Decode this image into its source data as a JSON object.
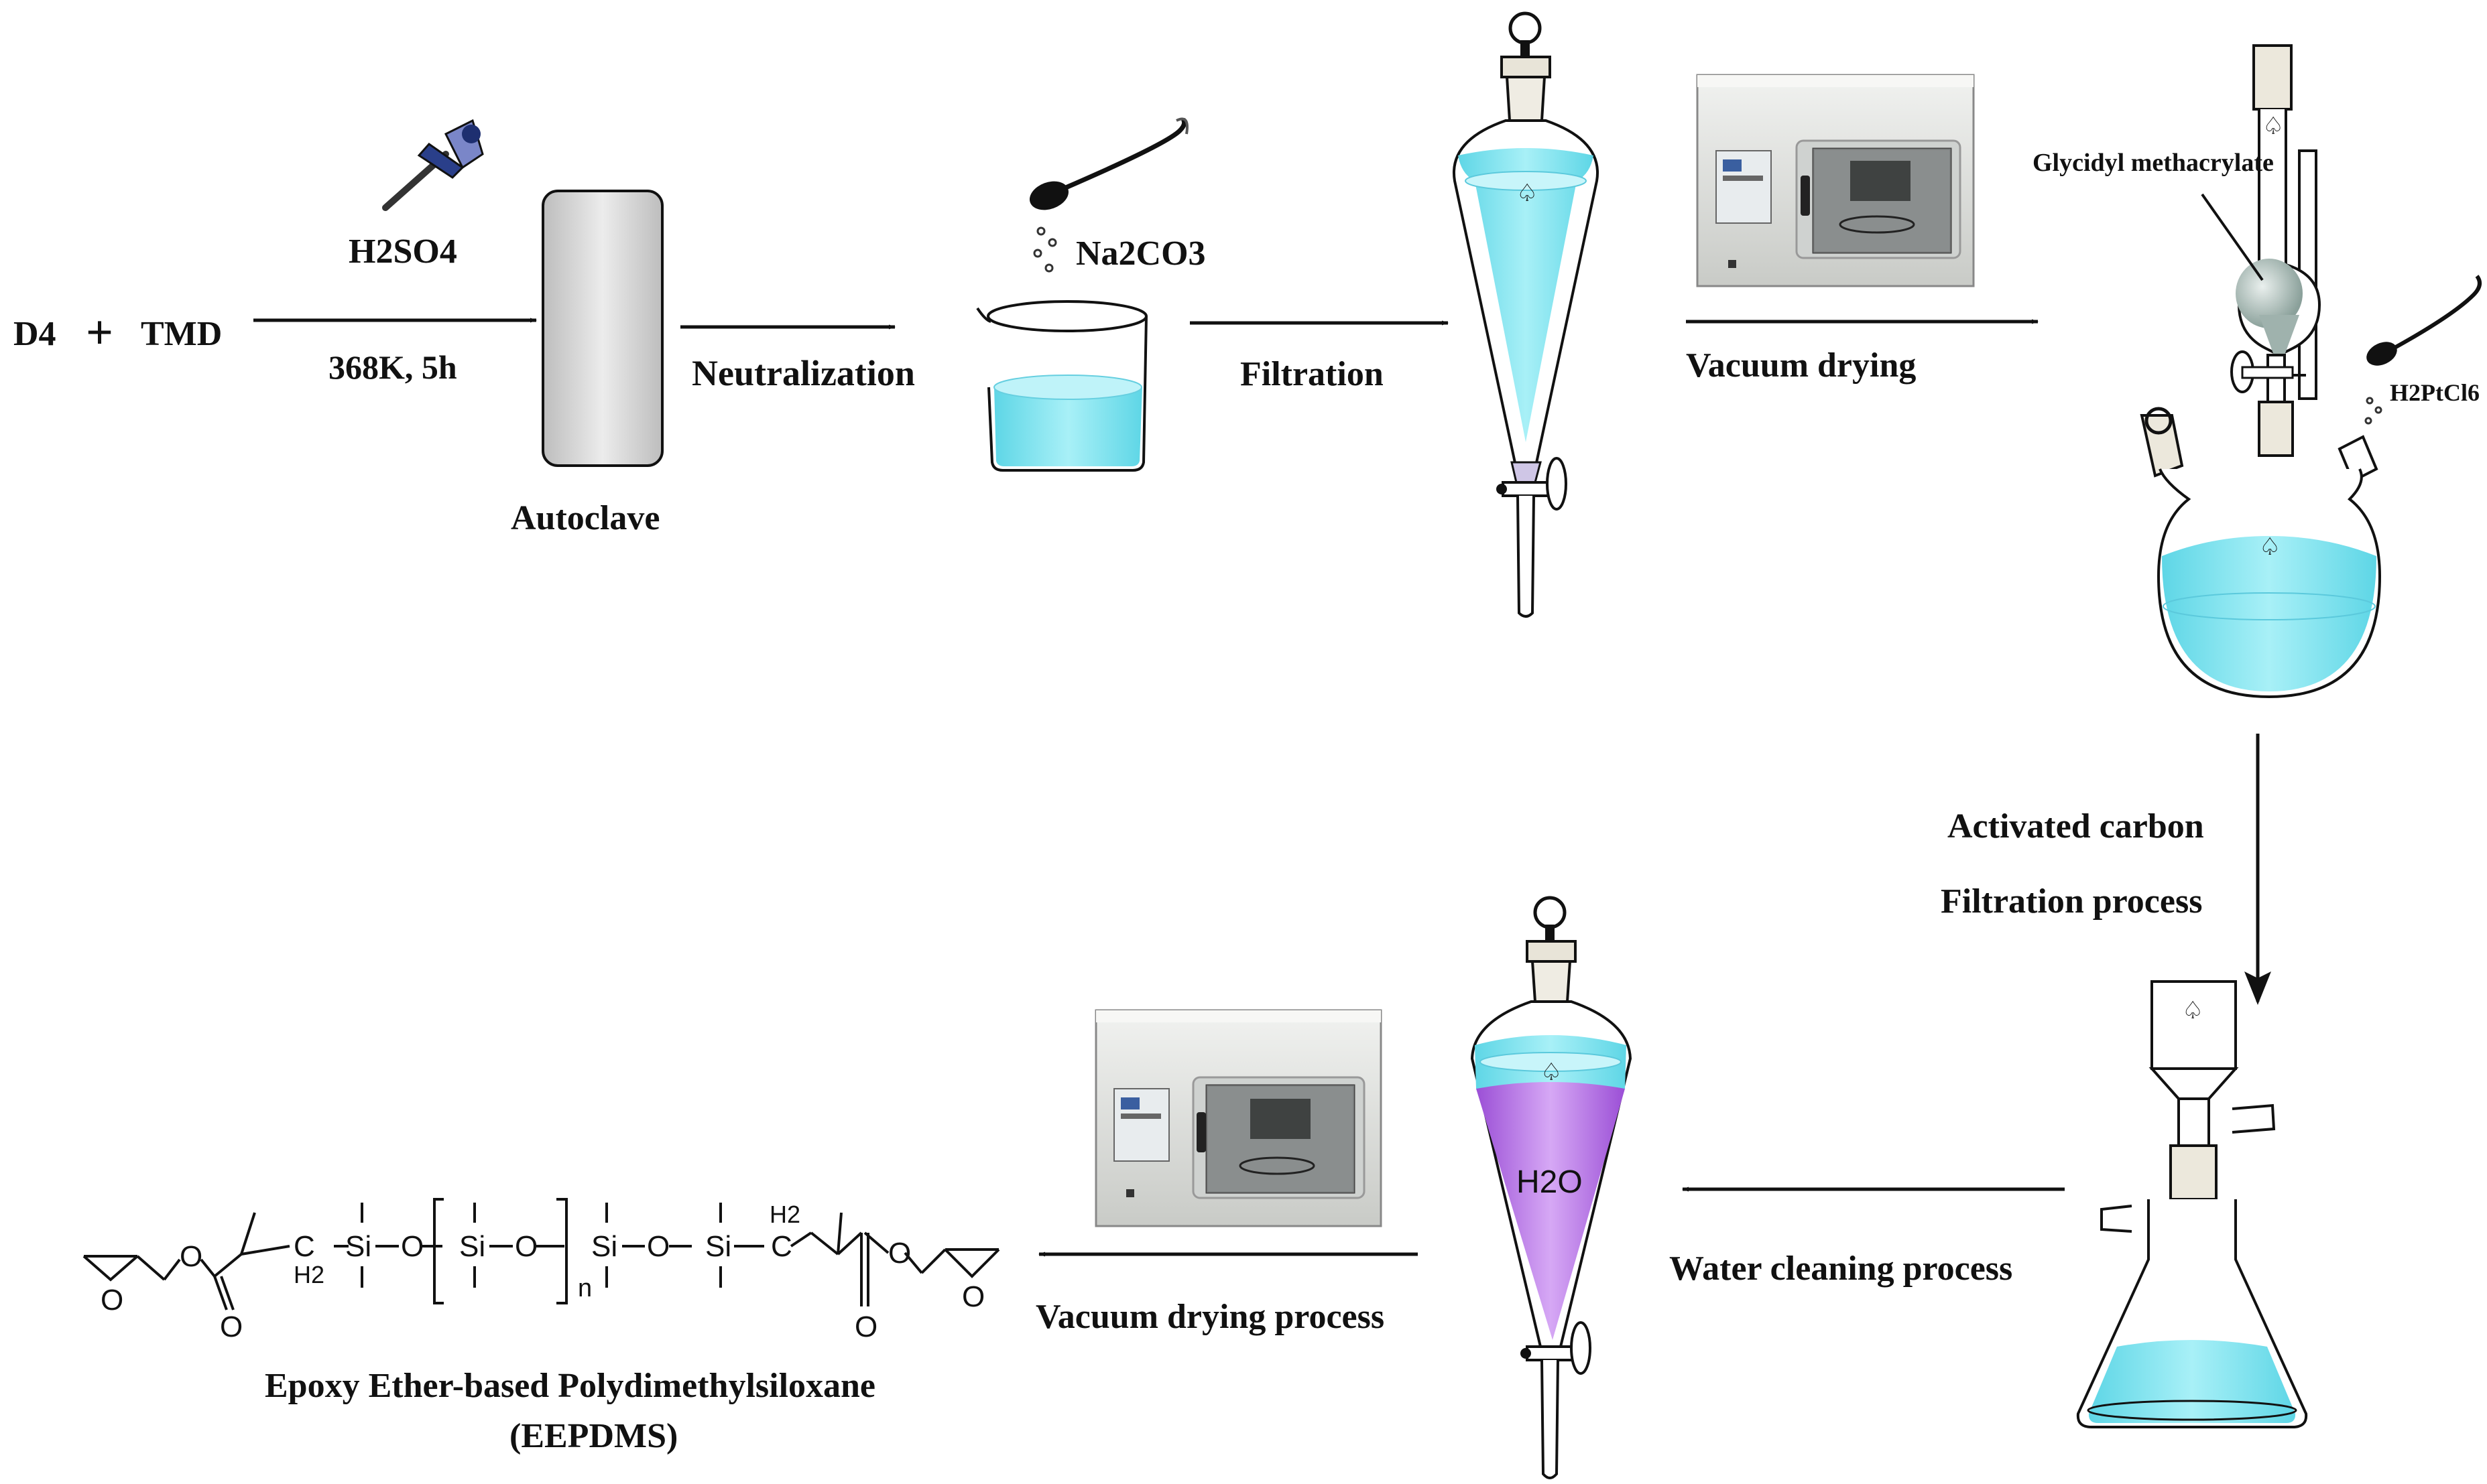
{
  "colors": {
    "liquid": "#7fe3ef",
    "liquid_dark": "#2fc0d6",
    "purple": "#b070e0",
    "gray_steel": "#d7d9d6",
    "stroke": "#111111"
  },
  "step1": {
    "reactant_a": "D4",
    "plus": "+",
    "reactant_b": "TMD",
    "catalyst": "H2SO4",
    "conditions": "368K, 5h",
    "autoclave": "Autoclave"
  },
  "step2": {
    "neutralization": "Neutralization",
    "reagent": "Na2CO3"
  },
  "step3": {
    "filtration": "Filtration"
  },
  "step4": {
    "vacuum_drying": "Vacuum drying"
  },
  "step5": {
    "glycidyl": "Glycidyl methacrylate",
    "catalyst": "H2PtCl6"
  },
  "step6": {
    "activated_carbon": "Activated carbon",
    "filtration_process": "Filtration process"
  },
  "step7": {
    "water_cleaning": "Water cleaning process",
    "water": "H2O"
  },
  "step8": {
    "vacuum_drying_process": "Vacuum drying process"
  },
  "product": {
    "name": "Epoxy Ether-based Polydimethylsiloxane",
    "abbr": "(EEPDMS)",
    "atoms": {
      "si": "Si",
      "o": "O",
      "c": "C",
      "h2": "H2",
      "n": "n"
    }
  },
  "icons": [
    "dropper-icon",
    "autoclave-icon",
    "spoon-icon",
    "beaker-icon",
    "separatory-funnel-icon",
    "oven-icon",
    "three-neck-flask-icon",
    "buchner-flask-icon"
  ]
}
